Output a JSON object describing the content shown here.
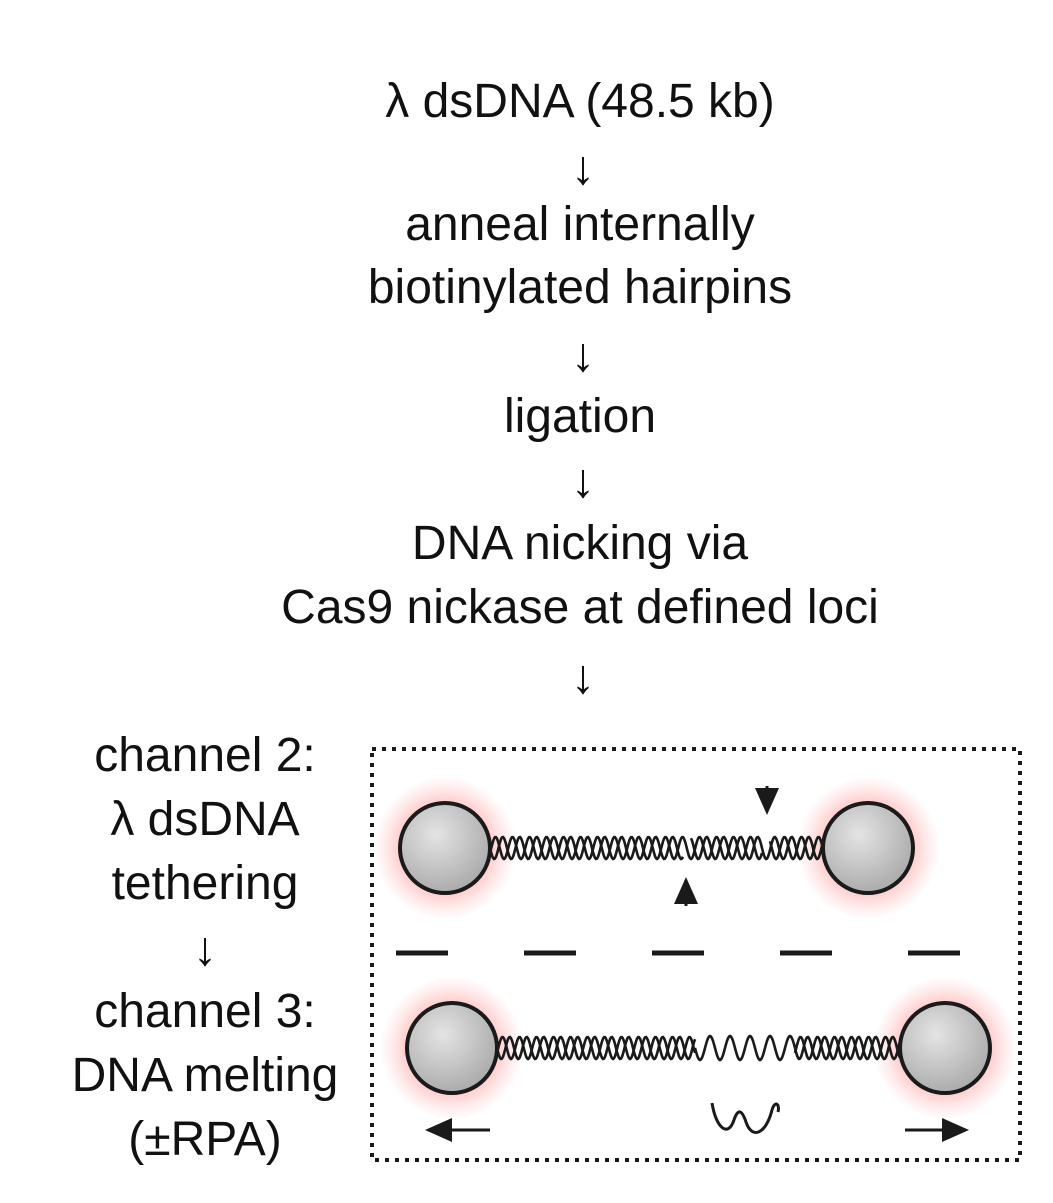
{
  "flow": {
    "step1": "λ dsDNA (48.5 kb)",
    "step2_line1": "anneal internally",
    "step2_line2": "biotinylated hairpins",
    "step3": "ligation",
    "step4_line1": "DNA nicking via",
    "step4_line2": "Cas9 nickase at defined loci",
    "arrow_glyph": "↓"
  },
  "channels": {
    "ch2_line1": "channel 2:",
    "ch2_line2": "λ dsDNA",
    "ch2_line3": "tethering",
    "ch3_line1": "channel 3:",
    "ch3_line2": "DNA melting",
    "ch3_line3": "(±RPA)"
  },
  "colors": {
    "bead_fill": "#b9b9b9",
    "bead_glow": "#ff6b6b",
    "line": "#1a1a1a"
  }
}
